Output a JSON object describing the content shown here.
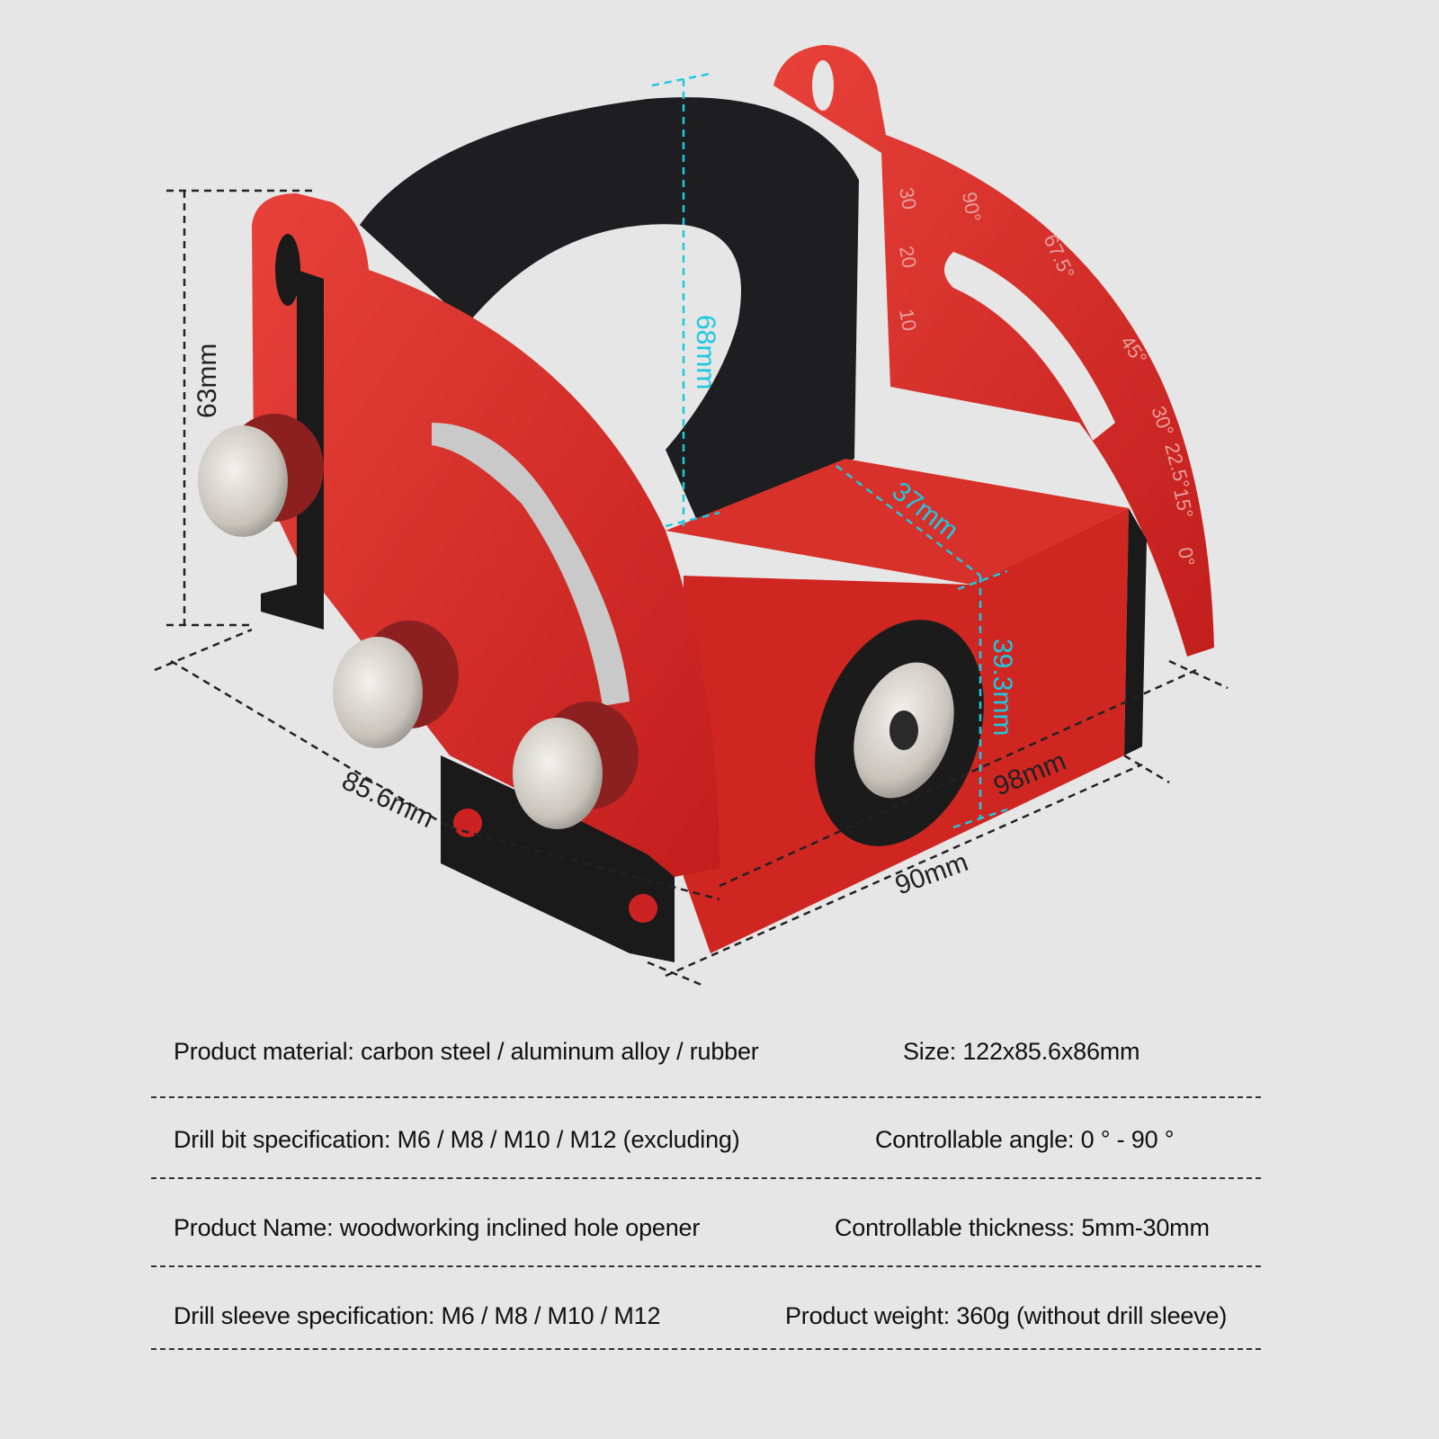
{
  "product_image": {
    "dimensions": {
      "height_left": "63mm",
      "handle_height": "68mm",
      "top_depth": "37mm",
      "front_height": "39.3mm",
      "side_length": "85.6mm",
      "front_width_upper": "98mm",
      "front_width_lower": "90mm"
    },
    "scale_labels": [
      "30",
      "20",
      "10",
      "90°",
      "67.5°",
      "45°",
      "30°",
      "22.5°",
      "15°",
      "0°"
    ],
    "colors": {
      "body": "#d42a26",
      "handle": "#1e1e20",
      "cyan_dim": "#1fc8e0",
      "black_dim": "#222222",
      "background": "#e6e6e6"
    }
  },
  "specs": [
    {
      "left": "Product material: carbon steel / aluminum alloy / rubber",
      "right": "Size: 122x85.6x86mm"
    },
    {
      "left": "Drill bit specification: M6 / M8 / M10 / M12 (excluding)",
      "right": "Controllable angle: 0 ° - 90 °"
    },
    {
      "left": "Product Name: woodworking inclined hole opener",
      "right": "Controllable thickness: 5mm-30mm"
    },
    {
      "left": "Drill sleeve specification: M6 / M8 / M10 / M12",
      "right": "Product weight: 360g (without drill sleeve)"
    }
  ]
}
